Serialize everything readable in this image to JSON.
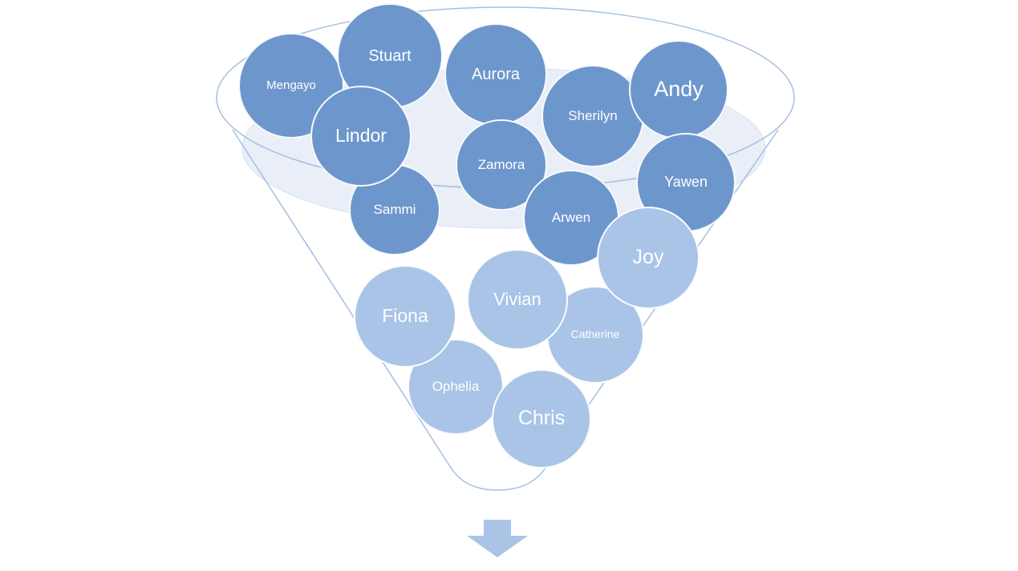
{
  "diagram": {
    "type": "funnel",
    "colors": {
      "dark_bubble": "#6d97cc",
      "light_bubble": "#a9c4e6",
      "funnel_fill": "#e9eef7",
      "funnel_fill_edge": "#d9e3f2",
      "funnel_outline": "#a5bfe0",
      "arrow_fill": "#a9c4e6",
      "label_text": "#ffffff"
    },
    "bubbles": [
      {
        "label": "Mengayo",
        "tone": "dark"
      },
      {
        "label": "Stuart",
        "tone": "dark"
      },
      {
        "label": "Aurora",
        "tone": "dark"
      },
      {
        "label": "Sherilyn",
        "tone": "dark"
      },
      {
        "label": "Andy",
        "tone": "dark"
      },
      {
        "label": "Sammi",
        "tone": "dark"
      },
      {
        "label": "Lindor",
        "tone": "dark"
      },
      {
        "label": "Zamora",
        "tone": "dark"
      },
      {
        "label": "Yawen",
        "tone": "dark"
      },
      {
        "label": "Arwen",
        "tone": "dark"
      },
      {
        "label": "Catherine",
        "tone": "light"
      },
      {
        "label": "Joy",
        "tone": "light"
      },
      {
        "label": "Vivian",
        "tone": "light"
      },
      {
        "label": "Ophelia",
        "tone": "light"
      },
      {
        "label": "Fiona",
        "tone": "light"
      },
      {
        "label": "Chris",
        "tone": "light"
      }
    ],
    "arrow": {
      "direction": "down"
    }
  }
}
